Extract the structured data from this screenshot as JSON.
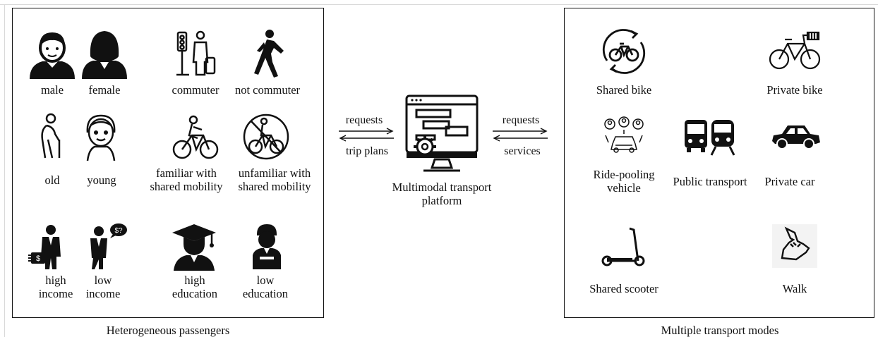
{
  "groups": {
    "passengers_caption": "Heterogeneous passengers",
    "modes_caption": "Multiple transport modes"
  },
  "passengers": {
    "male": "male",
    "female": "female",
    "commuter": "commuter",
    "not_commuter": "not commuter",
    "old": "old",
    "young": "young",
    "familiar": [
      "familiar with",
      "shared mobility"
    ],
    "unfamiliar": [
      "unfamiliar with",
      "shared mobility"
    ],
    "high_income": [
      "high",
      "income"
    ],
    "low_income": [
      "low",
      "income"
    ],
    "high_education": [
      "high",
      "education"
    ],
    "low_education": [
      "low",
      "education"
    ]
  },
  "platform": {
    "label": [
      "Multimodal transport",
      "platform"
    ],
    "left_top": "requests",
    "left_bottom": "trip plans",
    "right_top": "requests",
    "right_bottom": "services"
  },
  "modes": {
    "shared_bike": "Shared bike",
    "private_bike": "Private bike",
    "ride_pooling": [
      "Ride-pooling",
      "vehicle"
    ],
    "public_transport": "Public transport",
    "private_car": "Private car",
    "shared_scooter": "Shared scooter",
    "walk": "Walk"
  },
  "colors": {
    "ink": "#111111",
    "frame": "#d9d9d9"
  }
}
